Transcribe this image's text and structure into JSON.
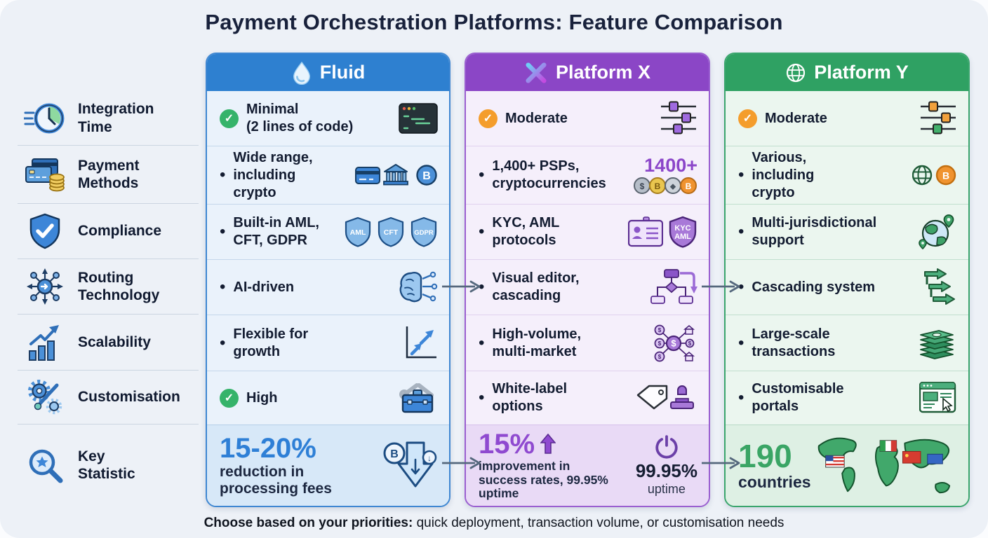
{
  "title": "Payment Orchestration Platforms: Feature Comparison",
  "footer": {
    "lead": "Choose based on your priorities:",
    "rest": " quick deployment, transaction volume, or customisation needs"
  },
  "status_colors": {
    "positive": "#35b36a",
    "medium": "#f49d2c"
  },
  "sidebar": {
    "features": [
      {
        "label": "Integration Time",
        "icon": "speed-clock-icon"
      },
      {
        "label": "Payment Methods",
        "icon": "card-coins-icon"
      },
      {
        "label": "Compliance",
        "icon": "shield-check-icon"
      },
      {
        "label": "Routing Technology",
        "icon": "routing-network-icon"
      },
      {
        "label": "Scalability",
        "icon": "scalability-chart-icon"
      },
      {
        "label": "Customisation",
        "icon": "gears-brush-icon"
      },
      {
        "label": "Key Statistic",
        "icon": "magnifier-star-icon"
      }
    ]
  },
  "columns": [
    {
      "name": "Fluid",
      "accent": "#2e80d0",
      "logo_icon": "water-drop-icon",
      "rows": [
        {
          "status": "positive",
          "text": "Minimal",
          "sub": "(2 lines of code)",
          "icon": "code-editor-icon"
        },
        {
          "text": "Wide range, including crypto",
          "icon": "card-bank-bitcoin-icons",
          "coin_symbol": "B"
        },
        {
          "text": "Built-in AML, CFT, GDPR",
          "icon": "compliance-shield-badges",
          "shields": [
            "AML",
            "CFT",
            "GDPR"
          ]
        },
        {
          "text": "AI-driven",
          "icon": "ai-brain-circuit-icon"
        },
        {
          "text": "Flexible for growth",
          "icon": "growth-arrows-icon"
        },
        {
          "status": "positive",
          "text": "High",
          "icon": "toolbox-icon"
        },
        {
          "value": "15-20%",
          "desc": "reduction in processing fees",
          "icon": "bitcoin-down-arrow-icon",
          "coin_symbol": "B",
          "mini_arrow": "↓"
        }
      ]
    },
    {
      "name": "Platform X",
      "accent": "#8b46c6",
      "logo_icon": "x-logo-icon",
      "rows": [
        {
          "status": "medium",
          "text": "Moderate",
          "icon": "sliders-icon"
        },
        {
          "text": "1,400+ PSPs, cryptocurrencies",
          "callout": "1400+",
          "icon": "crypto-coins-icons",
          "coin_symbols": [
            "$",
            "B",
            "◆",
            "B"
          ]
        },
        {
          "text": "KYC, AML protocols",
          "icon": "id-card-kyc-shield-icons",
          "shield_lines": [
            "KYC",
            "AML"
          ]
        },
        {
          "text": "Visual editor, cascading",
          "icon": "flowchart-icon"
        },
        {
          "text": "High-volume, multi-market",
          "icon": "coin-network-icon",
          "coin_symbol": "$"
        },
        {
          "text": "White-label options",
          "icon": "tag-stamp-icon"
        },
        {
          "value": "15%",
          "desc": "improvement in success rates, 99.95% uptime",
          "side_value": "99.95%",
          "side_label": "uptime",
          "icon": "power-icon"
        }
      ]
    },
    {
      "name": "Platform Y",
      "accent": "#2fa163",
      "logo_icon": "globe-icon",
      "rows": [
        {
          "status": "medium",
          "text": "Moderate",
          "icon": "sliders-icon"
        },
        {
          "text": "Various, including crypto",
          "icon": "globe-bitcoin-icons",
          "coin_symbol": "B"
        },
        {
          "text": "Multi-jurisdictional support",
          "icon": "globe-pins-icon"
        },
        {
          "text": "Cascading system",
          "icon": "cascade-arrows-icon"
        },
        {
          "text": "Large-scale transactions",
          "icon": "money-stack-icon"
        },
        {
          "text": "Customisable portals",
          "icon": "browser-portal-icon"
        },
        {
          "value": "190",
          "desc": "countries",
          "icon": "world-map-flags-icon"
        }
      ]
    }
  ]
}
